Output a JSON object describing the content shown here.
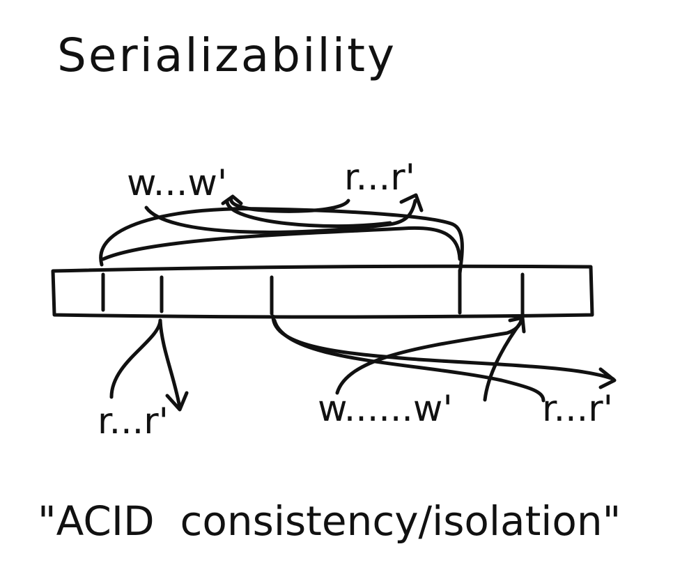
{
  "title": "Serializability",
  "top_label_1": "w...w'",
  "top_label_2": "r...r'",
  "bottom_label_left": "r...r'",
  "bottom_label_mid": "w......w'",
  "bottom_label_right": "r...r'",
  "caption": "\"ACID  consistency/isolation\"",
  "colors": {
    "ink": "#111111",
    "paper": "#ffffff"
  }
}
